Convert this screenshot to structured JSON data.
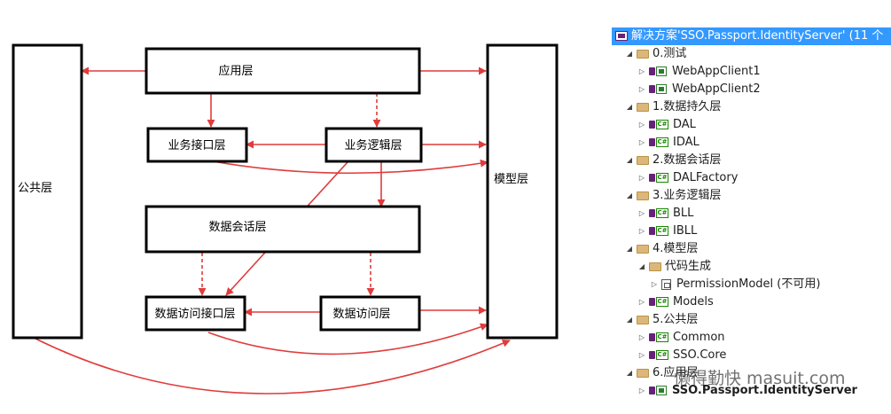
{
  "diagram": {
    "nodes": {
      "public": "公共层",
      "app": "应用层",
      "business_interface": "业务接口层",
      "business_logic": "业务逻辑层",
      "model": "模型层",
      "data_session": "数据会话层",
      "data_access_interface": "数据访问接口层",
      "data_access": "数据访问层"
    },
    "arrow_color": "#e03c3c"
  },
  "solution_explorer": {
    "items": [
      {
        "label": "解决方案'SSO.Passport.IdentityServer' (11 个",
        "icon": "solution-icon",
        "expander": "",
        "selected": true,
        "bold": false
      },
      {
        "label": "0.测试",
        "icon": "folder-icon",
        "expander": "expanded",
        "selected": false,
        "bold": false
      },
      {
        "label": "WebAppClient1",
        "icon": "web-project-icon",
        "expander": "collapsed",
        "selected": false,
        "bold": false
      },
      {
        "label": "WebAppClient2",
        "icon": "web-project-icon",
        "expander": "collapsed",
        "selected": false,
        "bold": false
      },
      {
        "label": "1.数据持久层",
        "icon": "folder-icon",
        "expander": "expanded",
        "selected": false,
        "bold": false
      },
      {
        "label": "DAL",
        "icon": "csharp-project-icon",
        "expander": "collapsed",
        "selected": false,
        "bold": false
      },
      {
        "label": "IDAL",
        "icon": "csharp-project-icon",
        "expander": "collapsed",
        "selected": false,
        "bold": false
      },
      {
        "label": "2.数据会话层",
        "icon": "folder-icon",
        "expander": "expanded",
        "selected": false,
        "bold": false
      },
      {
        "label": "DALFactory",
        "icon": "csharp-project-icon",
        "expander": "collapsed",
        "selected": false,
        "bold": false
      },
      {
        "label": "3.业务逻辑层",
        "icon": "folder-icon",
        "expander": "expanded",
        "selected": false,
        "bold": false
      },
      {
        "label": "BLL",
        "icon": "csharp-project-icon",
        "expander": "collapsed",
        "selected": false,
        "bold": false
      },
      {
        "label": "IBLL",
        "icon": "csharp-project-icon",
        "expander": "collapsed",
        "selected": false,
        "bold": false
      },
      {
        "label": "4.模型层",
        "icon": "folder-icon",
        "expander": "expanded",
        "selected": false,
        "bold": false
      },
      {
        "label": "代码生成",
        "icon": "folder-icon",
        "expander": "expanded",
        "selected": false,
        "bold": false
      },
      {
        "label": "PermissionModel (不可用)",
        "icon": "model-project-icon",
        "expander": "collapsed",
        "selected": false,
        "bold": false
      },
      {
        "label": "Models",
        "icon": "csharp-project-icon",
        "expander": "collapsed",
        "selected": false,
        "bold": false
      },
      {
        "label": "5.公共层",
        "icon": "folder-icon",
        "expander": "expanded",
        "selected": false,
        "bold": false
      },
      {
        "label": "Common",
        "icon": "csharp-project-icon",
        "expander": "collapsed",
        "selected": false,
        "bold": false
      },
      {
        "label": "SSO.Core",
        "icon": "csharp-project-icon",
        "expander": "collapsed",
        "selected": false,
        "bold": false
      },
      {
        "label": "6.应用层",
        "icon": "folder-icon",
        "expander": "expanded",
        "selected": false,
        "bold": false
      },
      {
        "label": "SSO.Passport.IdentityServer",
        "icon": "web-project-icon",
        "expander": "collapsed",
        "selected": false,
        "bold": true
      }
    ]
  },
  "watermark": "懒得勤快  masuit.com"
}
